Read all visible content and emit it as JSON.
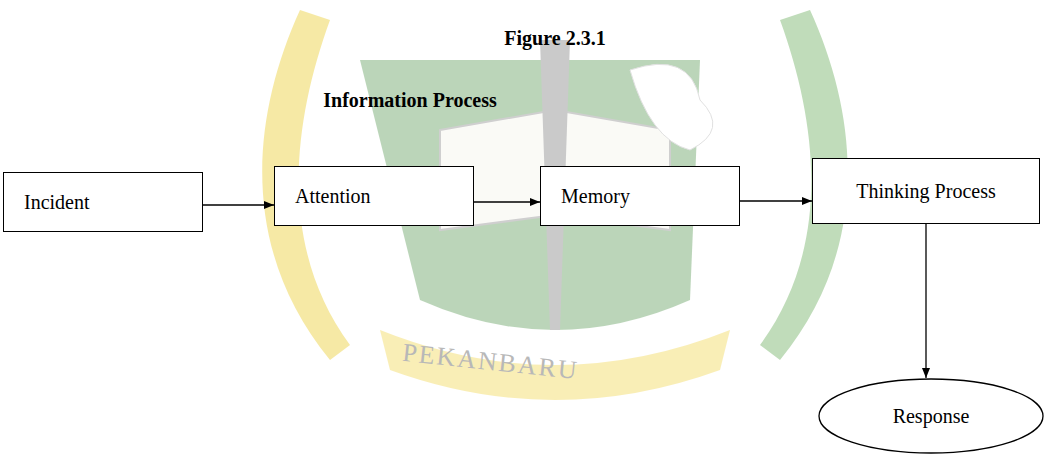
{
  "diagram": {
    "title": "Figure 2.3.1",
    "nodes": [
      {
        "text": [
          "Incident"
        ]
      },
      {
        "text": [
          "Attention"
        ]
      },
      {
        "text": [
          "Memory"
        ]
      },
      {
        "text": [
          "Thinking Process"
        ]
      },
      {
        "text": [
          "Response"
        ]
      }
    ],
    "edges": [
      {
        "from": 0,
        "to": 1,
        "arrow": "to"
      },
      {
        "from": 1,
        "to": 2,
        "arrow": "to"
      },
      {
        "from": 2,
        "to": 3,
        "arrow": "to"
      },
      {
        "from": 3,
        "to": 4,
        "arrow": "to"
      }
    ],
    "labels": [
      "Information Process",
      "PEKANBARU"
    ]
  }
}
